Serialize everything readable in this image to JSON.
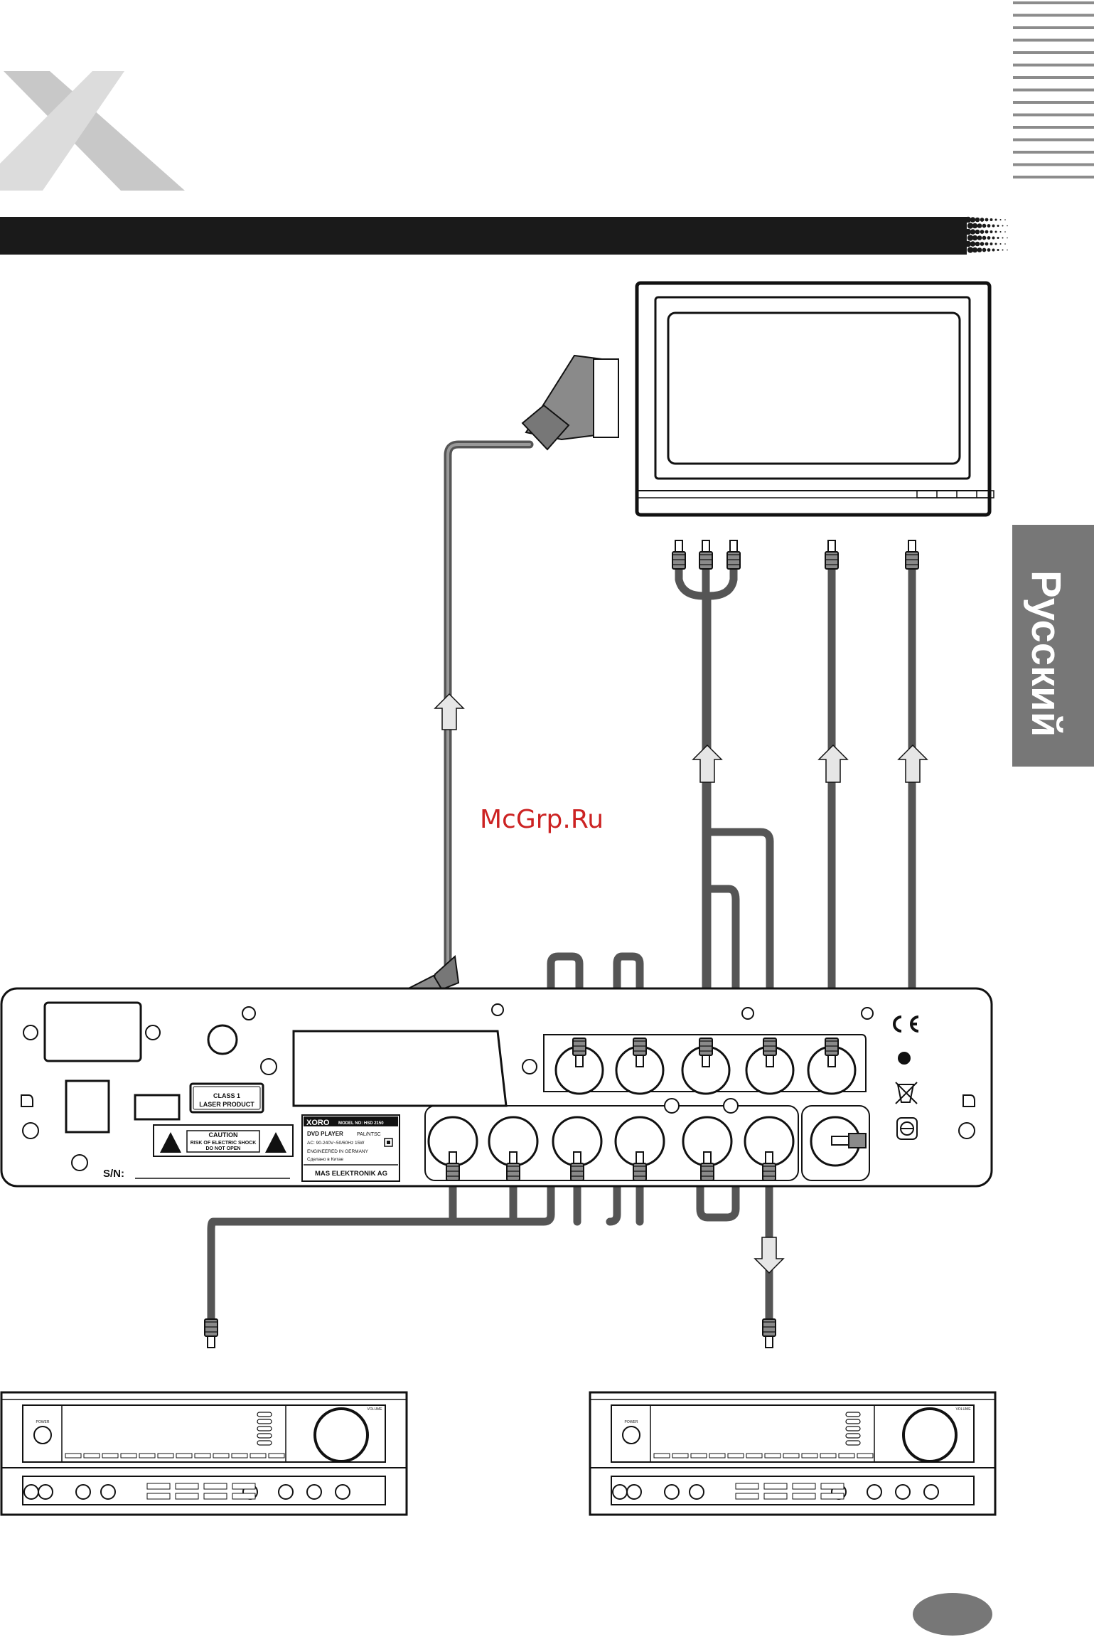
{
  "side_tab": {
    "label": "Русский"
  },
  "watermark": {
    "text": "McGrp.Ru"
  },
  "rear_panel": {
    "laser_label": [
      "CLASS 1",
      "LASER PRODUCT"
    ],
    "caution_label": [
      "CAUTION",
      "RISK OF ELECTRIC SHOCK",
      "DO NOT OPEN"
    ],
    "brand": "XORO",
    "model": "MODEL NO: HSD 2150",
    "product": "DVD PLAYER",
    "system": "PAL/NTSC",
    "power": "AC: 90-240V~50/60Hz 15W",
    "engineered": "ENGINEERED IN GERMANY",
    "made_in": "Сделано в Китае",
    "company": "MAS ELEKTRONIK AG",
    "serial_label": "S/N:"
  },
  "amplifier": {
    "power_label": "POWER",
    "volume_label": "VOLUME"
  },
  "colors": {
    "accent": "#777777",
    "cable": "#555555",
    "plug": "#8a8a8a"
  }
}
